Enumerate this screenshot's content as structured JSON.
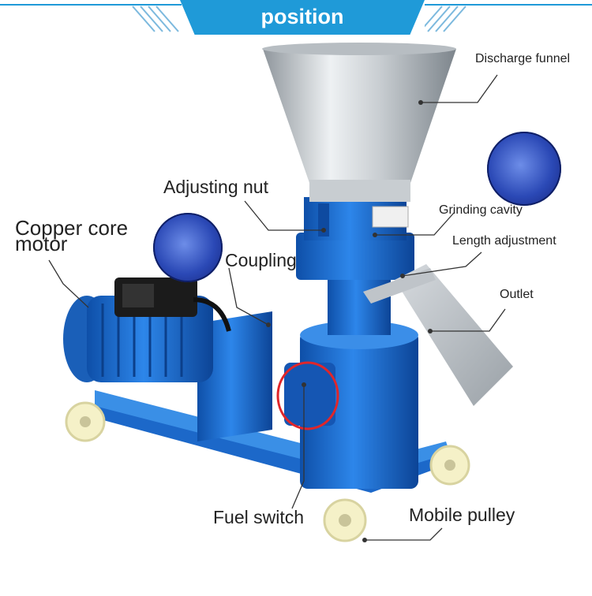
{
  "header": {
    "title": "position"
  },
  "labels": {
    "discharge_funnel": "Discharge funnel",
    "adjusting_nut": "Adjusting nut",
    "grinding_cavity": "Grinding cavity",
    "length_adjustment": "Length adjustment",
    "copper_core_motor_line1": "Copper core",
    "copper_core_motor_line2": "motor",
    "coupling": "Coupling",
    "outlet": "Outlet",
    "fuel_switch": "Fuel switch",
    "mobile_pulley": "Mobile pulley"
  },
  "colors": {
    "accent": "#1f9ad8",
    "machine_blue": "#1d6fd6",
    "highlight_circle": "#e0262a"
  }
}
